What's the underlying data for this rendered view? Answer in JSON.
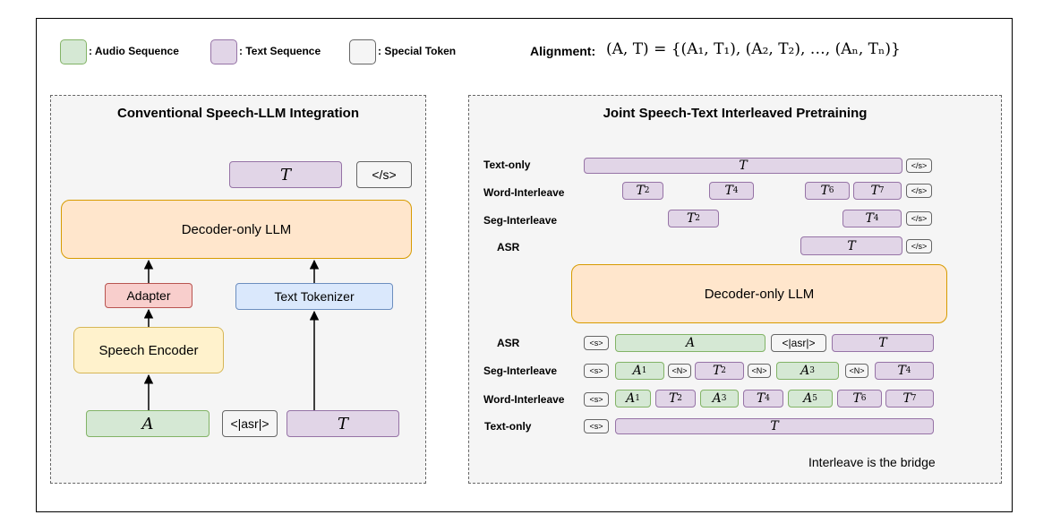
{
  "legend": {
    "audio": ": Audio Sequence",
    "text": ": Text Sequence",
    "special": ": Special Token",
    "alignment_label": "Alignment:",
    "alignment_formula": "(A, T) = {(A₁, T₁), (A₂, T₂), …, (Aₙ, Tₙ)}"
  },
  "left": {
    "title": "Conventional Speech-LLM Integration",
    "out_T": "T",
    "out_eos": "</s>",
    "llm": "Decoder-only LLM",
    "adapter": "Adapter",
    "encoder": "Speech Encoder",
    "tokenizer": "Text Tokenizer",
    "in_A": "A",
    "in_asr": "<|asr|>",
    "in_T": "T"
  },
  "right": {
    "title": "Joint Speech-Text Interleaved Pretraining",
    "llm": "Decoder-only LLM",
    "bridge_caption": "Interleave is the bridge",
    "out_rows": {
      "text_only": {
        "label": "Text-only",
        "T": "T",
        "eos": "</s>"
      },
      "word": {
        "label": "Word-Interleave",
        "t2": "2",
        "t4": "4",
        "t6": "6",
        "t7": "7",
        "eos": "</s>"
      },
      "seg": {
        "label": "Seg-Interleave",
        "t2": "2",
        "t4": "4",
        "eos": "</s>"
      },
      "asr": {
        "label": "ASR",
        "T": "T",
        "eos": "</s>"
      }
    },
    "in_rows": {
      "asr": {
        "label": "ASR",
        "bos": "<s>",
        "A": "A",
        "asr": "<|asr|>",
        "T": "T"
      },
      "seg": {
        "label": "Seg-Interleave",
        "bos": "<s>",
        "a1": "1",
        "n1": "<N>",
        "t2": "2",
        "n2": "<N>",
        "a3": "3",
        "n3": "<N>",
        "t4": "4"
      },
      "word": {
        "label": "Word-Interleave",
        "bos": "<s>",
        "a1": "1",
        "t2": "2",
        "a3": "3",
        "t4": "4",
        "a5": "5",
        "t6": "6",
        "t7": "7"
      },
      "text_only": {
        "label": "Text-only",
        "bos": "<s>",
        "T": "T"
      }
    }
  },
  "colors": {
    "audio_fill": "#d5e8d4",
    "audio_stroke": "#82b366",
    "text_fill": "#e1d5e7",
    "text_stroke": "#9673a6",
    "llm_fill": "#ffe6cc",
    "llm_stroke": "#d79b00",
    "special_fill": "#f5f5f5"
  },
  "icons": {
    "bridge": "bridge-icon"
  }
}
